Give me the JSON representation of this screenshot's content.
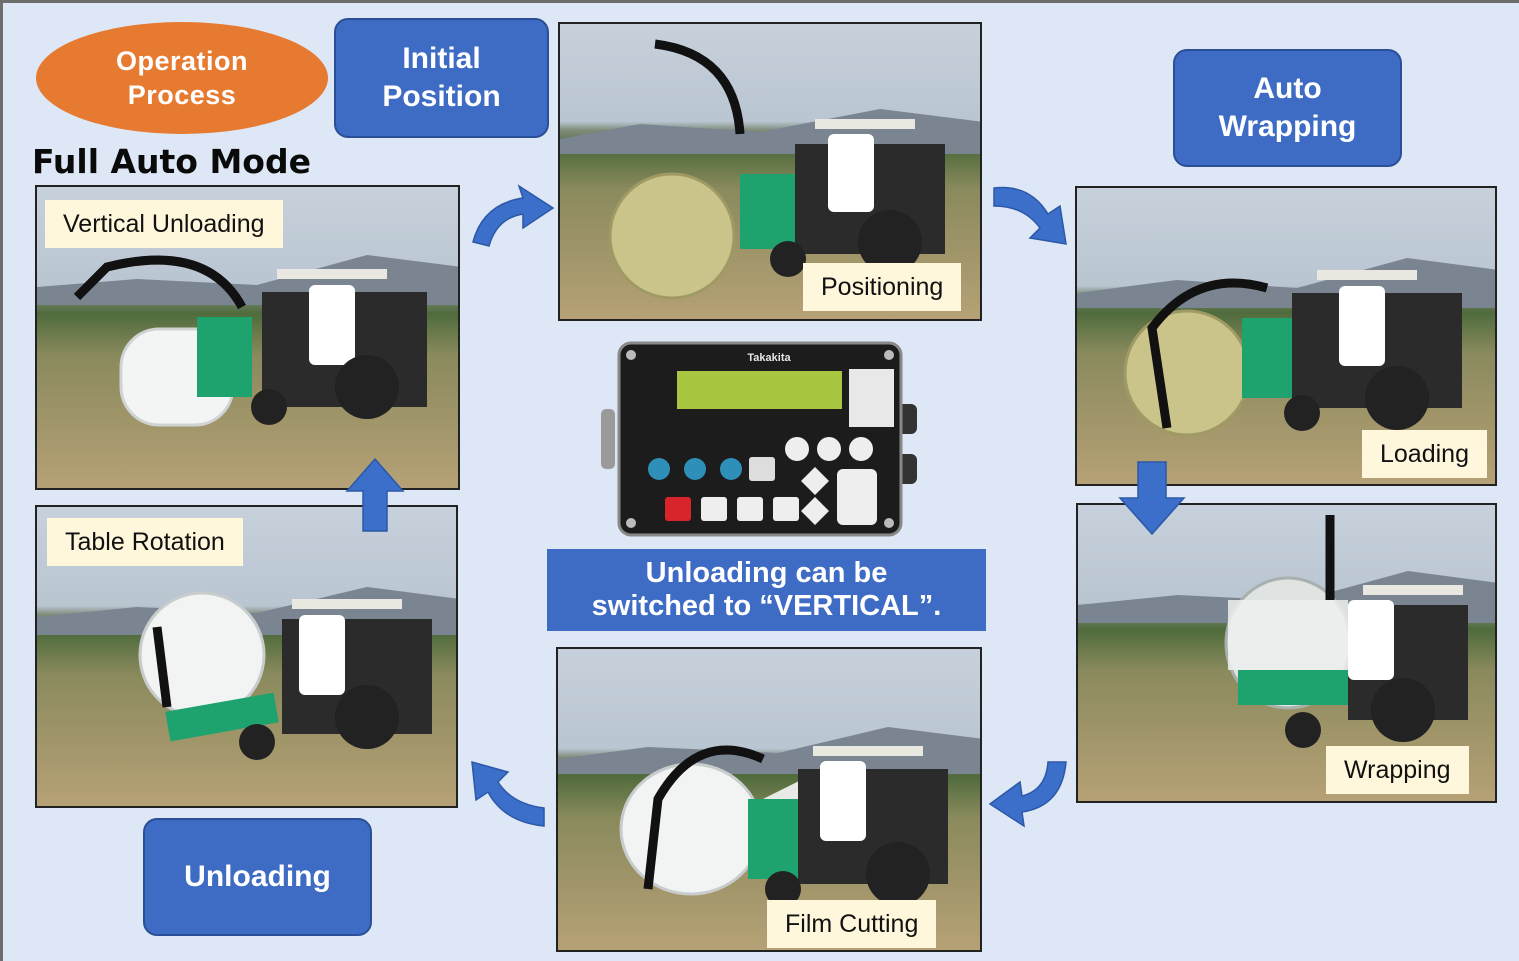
{
  "header": {
    "oval_line1": "Operation",
    "oval_line2": "Process",
    "mode_title": "Full Auto Mode"
  },
  "stages": {
    "initial_line1": "Initial",
    "initial_line2": "Position",
    "auto_line1": "Auto",
    "auto_line2": "Wrapping",
    "unloading": "Unloading"
  },
  "steps": {
    "positioning": "Positioning",
    "loading": "Loading",
    "wrapping": "Wrapping",
    "film_cutting": "Film Cutting",
    "table_rotation": "Table Rotation",
    "vertical_unloading": "Vertical Unloading"
  },
  "controller": {
    "brand": "Takakita"
  },
  "note": {
    "line1": "Unloading can be",
    "line2": "switched to “VERTICAL”."
  },
  "colors": {
    "background": "#dde7f5",
    "stage_blue": "#3e6cc4",
    "oval_orange": "#e67a30",
    "caption_bg": "#fff7dc",
    "machine_green": "#1fa36e",
    "arrow_blue": "#3b6fc9"
  }
}
